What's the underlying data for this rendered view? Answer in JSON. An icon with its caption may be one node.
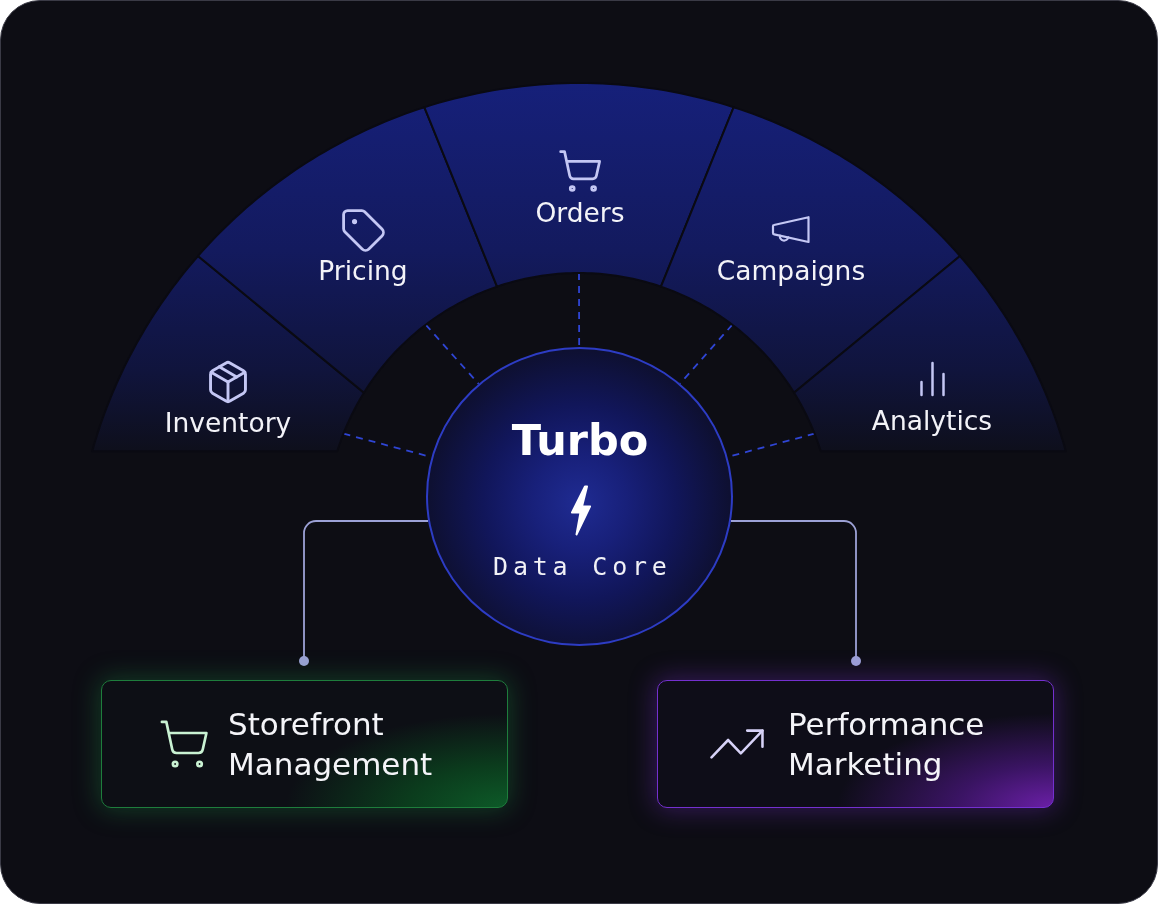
{
  "diagram": {
    "nodes": [
      {
        "text": [
          "Inventory"
        ]
      },
      {
        "text": [
          "Pricing"
        ]
      },
      {
        "text": [
          "Orders"
        ]
      },
      {
        "text": [
          "Campaigns"
        ]
      },
      {
        "text": [
          "Analytics"
        ]
      },
      {
        "text": [
          "Turbo",
          "Data Core"
        ]
      },
      {
        "text": [
          "Storefront Management"
        ]
      },
      {
        "text": [
          "Performance Marketing"
        ]
      }
    ],
    "edges": [
      {
        "from": 0,
        "to": 5,
        "arrow": "none",
        "style": "dashed"
      },
      {
        "from": 1,
        "to": 5,
        "arrow": "none",
        "style": "dashed"
      },
      {
        "from": 2,
        "to": 5,
        "arrow": "none",
        "style": "dashed"
      },
      {
        "from": 3,
        "to": 5,
        "arrow": "none",
        "style": "dashed"
      },
      {
        "from": 4,
        "to": 5,
        "arrow": "none",
        "style": "dashed"
      },
      {
        "from": 5,
        "to": 6,
        "arrow": "other",
        "color": "#9ca1d6"
      },
      {
        "from": 5,
        "to": 7,
        "arrow": "other",
        "color": "#9ca1d6"
      }
    ]
  }
}
